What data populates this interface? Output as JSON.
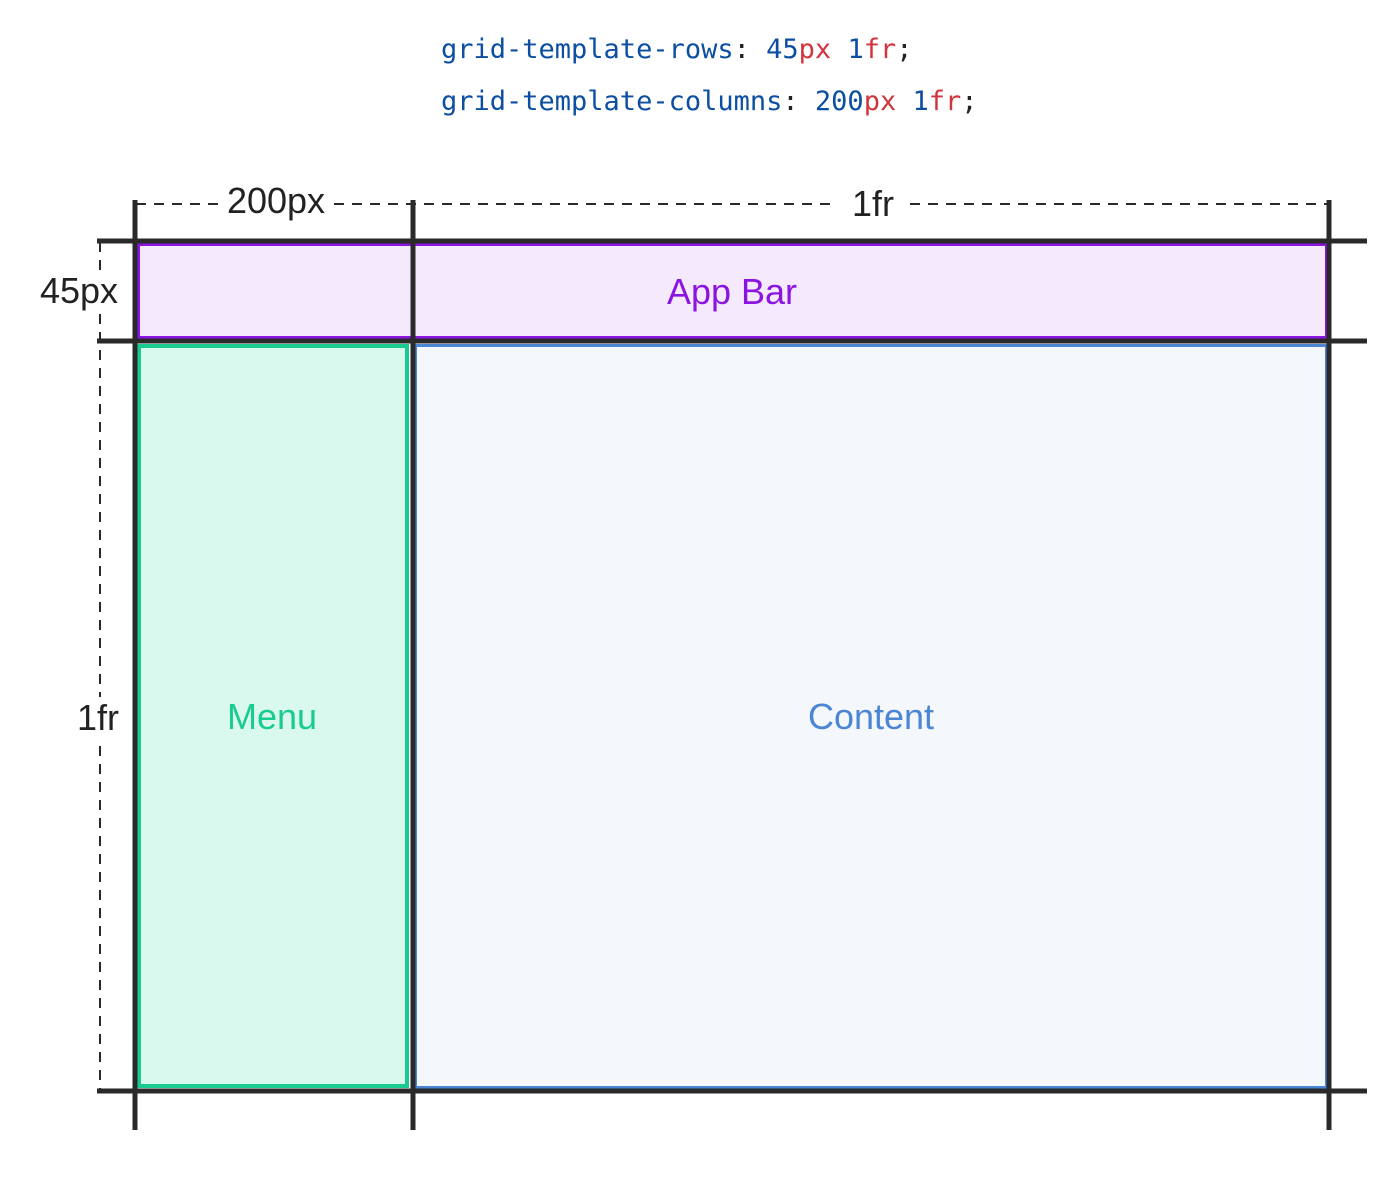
{
  "code": {
    "rows": {
      "property": "grid-template-rows",
      "colon": ":",
      "v1_num": "45",
      "v1_unit": "px",
      "v2_num": "1",
      "v2_unit": "fr",
      "semicolon": ";"
    },
    "columns": {
      "property": "grid-template-columns",
      "colon": ":",
      "v1_num": "200",
      "v1_unit": "px",
      "v2_num": "1",
      "v2_unit": "fr",
      "semicolon": ";"
    }
  },
  "dimensions": {
    "col1": "200px",
    "col2": "1fr",
    "row1": "45px",
    "row2": "1fr"
  },
  "areas": {
    "app_bar": "App Bar",
    "menu": "Menu",
    "content": "Content"
  },
  "colors": {
    "app_bar_fill": "#f5e9fd",
    "app_bar_border": "#8a14e0",
    "menu_fill": "#d9f8ee",
    "menu_border": "#18cc8e",
    "content_fill": "#f4f7fc",
    "content_border": "#4a86d4",
    "grid_line": "#2a2a2a"
  }
}
